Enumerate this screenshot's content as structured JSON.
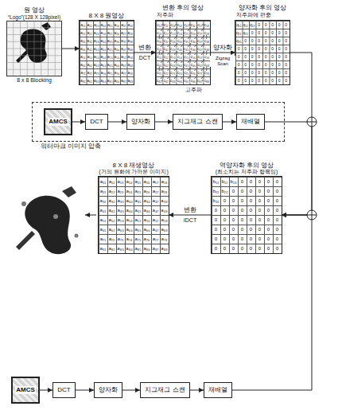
{
  "diagram": {
    "nodes": [
      {
        "text": [
          "원 영상",
          "“Logo”(128 X 128pixel)",
          "8 x 8 Blocking"
        ]
      },
      {
        "text": [
          "8 X 8 원영상",
          "a₁₁",
          "a₁₂",
          "a₁₃",
          "a₁₄",
          "a₁₅",
          "a₁₆",
          "a₁₇",
          "a₁₈",
          "a₂₁",
          "a₂₂",
          "a₂₃",
          "a₂₄",
          "a₂₅",
          "a₂₆",
          "a₂₇",
          "a₂₈",
          "a₃₁",
          "a₃₂",
          "a₃₃",
          "a₃₄",
          "a₃₅",
          "a₃₆",
          "a₃₇",
          "a₃₈",
          "a₄₁",
          "a₄₂",
          "a₄₃",
          "a₄₄",
          "a₄₅",
          "a₄₆",
          "a₄₇",
          "a₄₈",
          "a₅₁",
          "a₅₂",
          "a₅₃",
          "a₅₄",
          "a₅₅",
          "a₅₆",
          "a₅₇",
          "a₅₈",
          "a₆₁",
          "a₆₂",
          "a₆₃",
          "a₆₄",
          "a₆₅",
          "a₆₆",
          "a₆₇",
          "a₆₈",
          "a₇₁",
          "a₇₂",
          "a₇₃",
          "a₇₄",
          "a₇₅",
          "a₇₆",
          "a₇₇",
          "a₇₈",
          "a₈₁",
          "a₈₂",
          "a₈₃",
          "a₈₄",
          "a₈₅",
          "a₈₆",
          "a₈₇",
          "a₈₈"
        ]
      },
      {
        "text": [
          "변환 후의 영상",
          "c₁₁",
          "c₁₂",
          "c₁₃",
          "c₁₄",
          "c₁₅",
          "c₁₆",
          "c₁₇",
          "c₁₈",
          "c₂₁",
          "c₂₂",
          "c₂₃",
          "c₂₄",
          "c₂₅",
          "c₂₆",
          "c₂₇",
          "c₂₈",
          "c₃₁",
          "c₃₂",
          "c₃₃",
          "c₃₄",
          "c₃₅",
          "c₃₆",
          "c₃₇",
          "c₃₈",
          "c₄₁",
          "c₄₂",
          "c₄₃",
          "c₄₄",
          "c₄₅",
          "c₄₆",
          "c₄₇",
          "c₄₈",
          "c₅₁",
          "c₅₂",
          "c₅₃",
          "c₅₄",
          "c₅₅",
          "c₅₆",
          "c₅₇",
          "c₅₈",
          "c₆₁",
          "c₆₂",
          "c₆₃",
          "c₆₄",
          "c₆₅",
          "c₆₆",
          "c₆₇",
          "c₆₈",
          "c₇₁",
          "c₇₂",
          "c₇₃",
          "c₇₄",
          "c₇₅",
          "c₇₆",
          "c₇₇",
          "c₇₈",
          "c₈₁",
          "c₈₂",
          "c₈₃",
          "c₈₄",
          "c₈₅",
          "c₈₆",
          "c₈₇",
          "c₈₈"
        ]
      },
      {
        "text": [
          "양자화 후의 영상",
          "q₁₁",
          "q₁₂",
          "q₁₃",
          "0",
          "0",
          "0",
          "0",
          "0",
          "q₂₁",
          "q₂₂",
          "0",
          "0",
          "0",
          "0",
          "0",
          "0",
          "q₃₁",
          "0",
          "0",
          "0",
          "0",
          "0",
          "0",
          "0",
          "0",
          "0",
          "0",
          "0",
          "0",
          "0",
          "0",
          "0",
          "0",
          "0",
          "0",
          "0",
          "0",
          "0",
          "0",
          "0",
          "0",
          "0",
          "0",
          "0",
          "0",
          "0",
          "0",
          "0",
          "0",
          "0",
          "0",
          "0",
          "0",
          "0",
          "0",
          "0",
          "0",
          "0",
          "0",
          "0",
          "0",
          "0",
          "0",
          "0"
        ]
      },
      {
        "text": [
          "워터마크 이미지 압축"
        ]
      },
      {
        "text": [
          "AMCS"
        ],
        "in": 4
      },
      {
        "text": [
          "DCT"
        ],
        "in": 4
      },
      {
        "text": [
          "양자화"
        ],
        "in": 4
      },
      {
        "text": [
          "지그재그 스캔"
        ],
        "in": 4
      },
      {
        "text": [
          "재배열"
        ],
        "in": 4
      },
      {
        "text": [
          "8 X 8 재생영상",
          "(거의 원화에 가까운 이미지)",
          "a₁₁",
          "a₁₂",
          "a₁₃",
          "a₁₄",
          "a₁₅",
          "a₁₆",
          "a₁₇",
          "a₁₈",
          "a₂₁",
          "a₂₂",
          "a₂₃",
          "a₂₄",
          "a₂₅",
          "a₂₆",
          "a₂₇",
          "a₂₈",
          "a₃₁",
          "a₃₂",
          "a₃₃",
          "a₃₄",
          "a₃₅",
          "a₃₆",
          "a₃₇",
          "a₃₈",
          "a₄₁",
          "a₄₂",
          "a₄₃",
          "a₄₄",
          "a₄₅",
          "a₄₆",
          "a₄₇",
          "a₄₈",
          "a₅₁",
          "a₅₂",
          "a₅₃",
          "a₅₄",
          "a₅₅",
          "a₅₆",
          "a₅₇",
          "a₅₈",
          "a₆₁",
          "a₆₂",
          "a₆₃",
          "a₆₄",
          "a₆₅",
          "a₆₆",
          "a₆₇",
          "a₆₈",
          "a₇₁",
          "a₇₂",
          "a₇₃",
          "a₇₄",
          "a₇₅",
          "a₇₆",
          "a₇₇",
          "a₇₈",
          "a₈₁",
          "a₈₂",
          "a₈₃",
          "a₈₄",
          "a₈₅",
          "a₈₆",
          "a₈₇",
          "a₈₈"
        ]
      },
      {
        "text": [
          "역양자화 후의 영상",
          "(최소치는 저주파 항목임)",
          "b₁₁",
          "b₁₂",
          "b₁₃",
          "0",
          "0",
          "0",
          "0",
          "0",
          "b₂₁",
          "b₂₂",
          "0",
          "0",
          "0",
          "0",
          "0",
          "0",
          "b₃₁",
          "0",
          "0",
          "0",
          "0",
          "0",
          "0",
          "0",
          "0",
          "0",
          "0",
          "0",
          "0",
          "0",
          "0",
          "0",
          "0",
          "0",
          "0",
          "0",
          "0",
          "0",
          "0",
          "0",
          "0",
          "0",
          "0",
          "0",
          "0",
          "0",
          "0",
          "0",
          "0",
          "0",
          "0",
          "0",
          "0",
          "0",
          "0",
          "0",
          "0",
          "0",
          "0",
          "0",
          "0",
          "0",
          "0",
          "0"
        ]
      },
      {
        "text": [
          "AMCS"
        ]
      },
      {
        "text": [
          "DCT"
        ]
      },
      {
        "text": [
          "양자화"
        ]
      },
      {
        "text": [
          "지그재그 스캔"
        ]
      },
      {
        "text": [
          "재배열"
        ]
      }
    ],
    "edges": [
      {
        "from": 0,
        "to": 1,
        "arrow": "to"
      },
      {
        "from": 1,
        "to": 2,
        "label": "변환",
        "arrow": "to"
      },
      {
        "from": 2,
        "to": 3,
        "label": "양자화",
        "arrow": "to"
      },
      {
        "from": 5,
        "to": 6,
        "arrow": "to"
      },
      {
        "from": 6,
        "to": 7,
        "arrow": "to"
      },
      {
        "from": 7,
        "to": 8,
        "arrow": "to"
      },
      {
        "from": 8,
        "to": 9,
        "arrow": "to"
      },
      {
        "from": 3,
        "to": 11,
        "arrow": "to"
      },
      {
        "from": 9,
        "to": 11,
        "arrow": "to"
      },
      {
        "from": 16,
        "to": 11,
        "arrow": "to"
      },
      {
        "from": 11,
        "to": 10,
        "label": "변환",
        "arrow": "to"
      },
      {
        "from": 12,
        "to": 13,
        "arrow": "to"
      },
      {
        "from": 13,
        "to": 14,
        "arrow": "to"
      },
      {
        "from": 14,
        "to": 15,
        "arrow": "to"
      },
      {
        "from": 15,
        "to": 16,
        "arrow": "to"
      }
    ],
    "labels": [
      "DCT",
      "Zigzag Scan",
      "저주파",
      "고주파",
      "저주파에 편중",
      "IDCT"
    ]
  }
}
